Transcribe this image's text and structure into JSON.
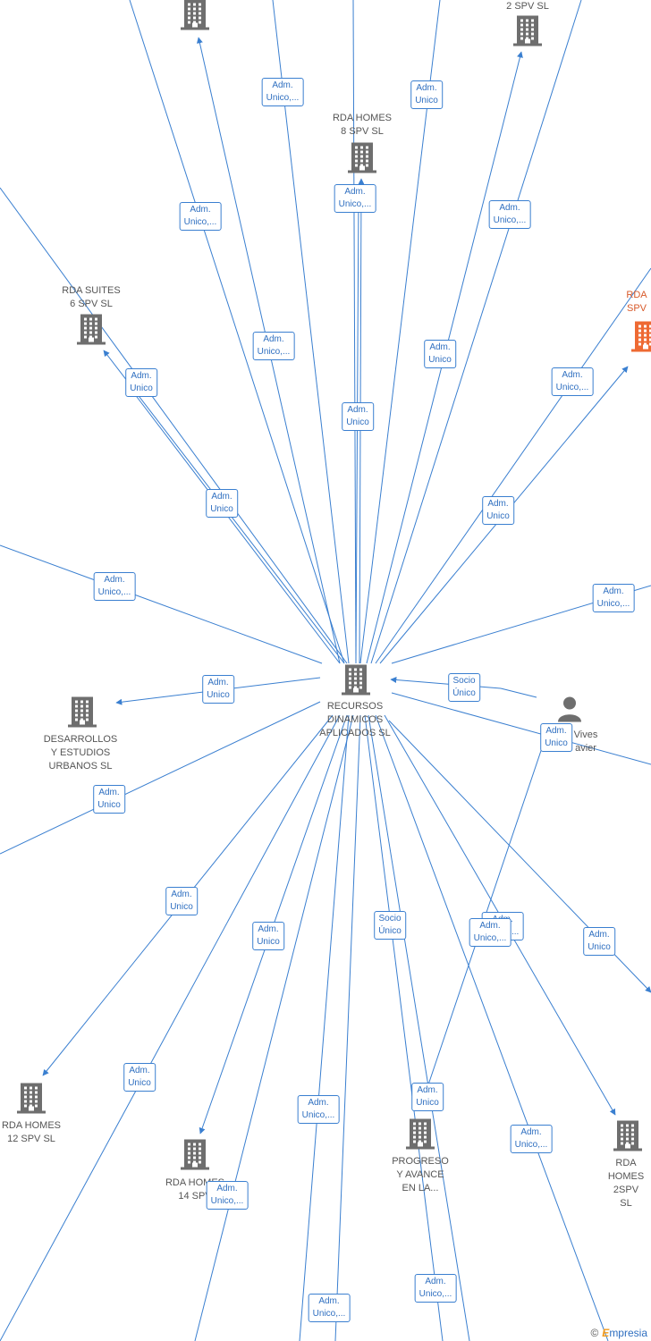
{
  "colors": {
    "edge": "#3a7fd0",
    "node": "#6e6e6e",
    "highlight": "#ee6a33"
  },
  "nodes": [
    {
      "id": "n1",
      "label": "",
      "icon": "building-icon"
    },
    {
      "id": "n2",
      "label": "2 SPV  SL",
      "icon": "building-icon"
    },
    {
      "id": "n3",
      "label": "RDA HOMES\n8 SPV  SL",
      "icon": "building-icon"
    },
    {
      "id": "n4",
      "label": "RDA SUITES\n6 SPV  SL",
      "icon": "building-icon"
    },
    {
      "id": "n5",
      "label": "RDA\nSPV",
      "icon": "building-icon",
      "highlight": true
    },
    {
      "id": "center",
      "label": "RECURSOS\nDINAMICOS\nAPLICADOS  SL",
      "icon": "building-icon"
    },
    {
      "id": "n6",
      "label": "DESARROLLOS\nY ESTUDIOS\nURBANOS  SL",
      "icon": "building-icon"
    },
    {
      "id": "n7",
      "label": "Vives\navier",
      "icon": "person-icon"
    },
    {
      "id": "n8",
      "label": "RDA HOMES\n12 SPV  SL",
      "icon": "building-icon"
    },
    {
      "id": "n9",
      "label": "RDA HOMES\n14 SPV",
      "icon": "building-icon"
    },
    {
      "id": "n10",
      "label": "PROGRESO\nY AVANCE\nEN LA...",
      "icon": "building-icon"
    },
    {
      "id": "n11",
      "label": "RDA HOMES\n2SPV  SL",
      "icon": "building-icon"
    }
  ],
  "edge_labels": [
    "Adm.\nUnico,...",
    "Adm.\nUnico",
    "Adm.\nUnico,...",
    "Adm.\nUnico,...",
    "Adm.\nUnico,...",
    "Adm.\nUnico,...",
    "Adm.\nUnico",
    "Adm.\nUnico,...",
    "Adm.\nUnico",
    "Adm.\nUnico",
    "Adm.\nUnico",
    "Adm.\nUnico,...",
    "Adm.\nUnico",
    "Adm.\nUnico,...",
    "Socio\nÚnico",
    "Adm.\nUnico",
    "Adm.\nUnico",
    "Adm.\nUnico",
    "Adm.\nUnico",
    "Adm.\nUnico",
    "Socio\nÚnico",
    "Adm.\nUnico,...",
    "Adm.\nUnico",
    "Adm.\nUnico",
    "Adm.\nUnico",
    "Adm.\nUnico,...",
    "Adm.\nUnico,...",
    "Adm.\nUnico,...",
    "Adm.\nUnico,...",
    "Adm.\nUnico,...",
    "Adm.\nUnico,..."
  ],
  "footer": {
    "copyright": "©",
    "brand_e": "E",
    "brand_rest": "mpresia"
  }
}
